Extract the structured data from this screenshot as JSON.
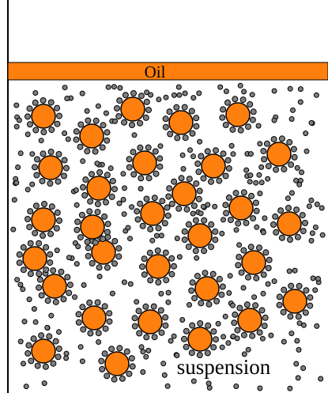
{
  "labels": {
    "oil": "Oil",
    "suspension": "suspension"
  },
  "colors": {
    "oil_layer": "#ff7f0e",
    "droplet_fill": "#ff7f0e",
    "droplet_stroke": "#000000",
    "particle_fill": "#7f7f7f",
    "particle_stroke": "#000000",
    "wall": "#000000",
    "background": "#ffffff"
  },
  "droplet_count": 30
}
